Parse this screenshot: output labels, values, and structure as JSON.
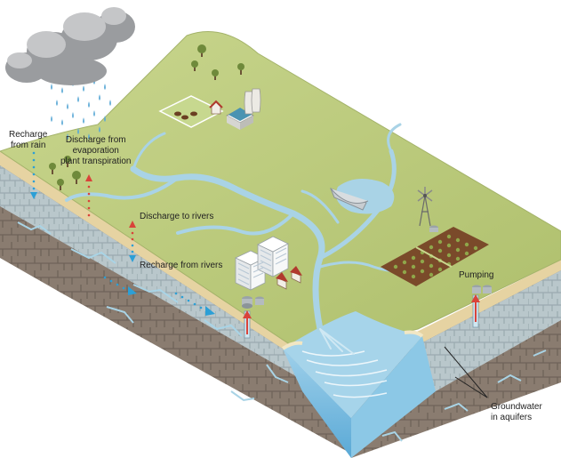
{
  "labels": {
    "recharge_rain": "Recharge\nfrom rain",
    "discharge_evap": "Discharge from\nevaporation\nplant transpiration",
    "discharge_rivers": "Discharge to rivers",
    "recharge_rivers": "Recharge from rivers",
    "pumping": "Pumping",
    "groundwater": "Groundwater\nin aquifers"
  },
  "colors": {
    "land": "#b9c97c",
    "land_light": "#c8d68e",
    "water": "#a9d3e6",
    "sea": "#7fc0e0",
    "aquifer": "#b7c8cc",
    "rock": "#8b7d70",
    "rock_dark": "#6e6258",
    "sand": "#e9d6a4",
    "arrow_up": "#d9433a",
    "arrow_down": "#2c9fd6",
    "cloud": "#8f9194"
  },
  "icons": [
    "rain-cloud-icon",
    "cow-icon",
    "barn-icon",
    "power-plant-icon",
    "office-buildings-icon",
    "house-icon",
    "water-tank-icon",
    "windmill-icon",
    "crop-field-icon",
    "satellite-dish-icon",
    "tree-icon",
    "well-icon"
  ]
}
